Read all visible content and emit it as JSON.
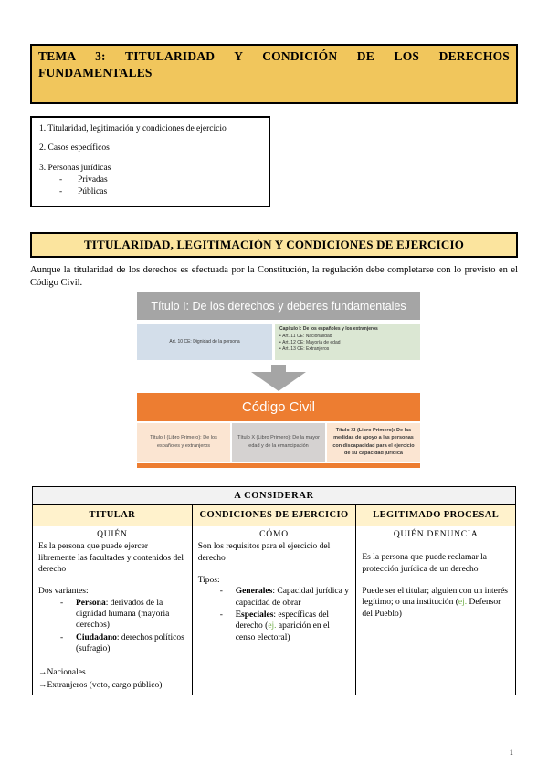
{
  "title": "TEMA 3: TITULARIDAD Y CONDICIÓN DE LOS DERECHOS FUNDAMENTALES",
  "outline": {
    "item1_num": "1.",
    "item1_text": "Titularidad, legitimación y condiciones de ejercicio",
    "item2_num": "2.",
    "item2_text": "Casos específicos",
    "item3_num": "3.",
    "item3_text": "Personas jurídicas",
    "item3_sub1": "Privadas",
    "item3_sub2": "Públicas"
  },
  "section_header": "TITULARIDAD, LEGITIMACIÓN Y CONDICIONES DE EJERCICIO",
  "intro_paragraph": "Aunque la titularidad de los derechos es efectuada por la Constitución, la regulación debe completarse con lo previsto en el Código Civil.",
  "diagram": {
    "top_box": "Título I: De los derechos y deberes fundamentales",
    "left_box": "Art. 10 CE: Dignidad de la persona",
    "right_box_header": "Capítulo I: De los españoles y los extranjeros",
    "right_box_bullets": {
      "b1": "Art. 11 CE: Nacionalidad",
      "b2": "Art. 12 CE: Mayoría de edad",
      "b3": "Art. 13 CE: Extranjeros"
    },
    "middle_box": "Código Civil",
    "bottom_box1": "Título I (Libro Primero): De los españoles y extranjeros",
    "bottom_box2": "Título X (Libro Primero): De la mayor edad y de la emancipación",
    "bottom_box3": "Título XI (Libro Primero): De las medidas de apoyo a las personas con discapacidad para el ejercicio de su capacidad jurídica"
  },
  "table": {
    "caption": "A CONSIDERAR",
    "col1_header": "TITULAR",
    "col2_header": "CONDICIONES DE EJERCICIO",
    "col3_header": "LEGITIMADO PROCESAL",
    "titular": {
      "heading": "QUIÉN",
      "desc": "Es la persona que puede ejercer libremente las facultades y contenidos del derecho",
      "variants_label": "Dos variantes:",
      "variant1_term": "Persona",
      "variant1_text": ": derivados de la dignidad humana (mayoría derechos)",
      "variant2_term": "Ciudadano",
      "variant2_text": ": derechos políticos (sufragio)",
      "arrow1": "→Nacionales",
      "arrow2": "→Extranjeros (voto, cargo público)"
    },
    "condiciones": {
      "heading": "CÓMO",
      "desc": "Son los requisitos para el ejercicio del derecho",
      "types_label": "Tipos:",
      "type1_term": "Generales",
      "type1_text": ": Capacidad jurídica y capacidad de obrar",
      "type2_term": "Especiales",
      "type2_before": ": específicas del derecho (",
      "type2_ej": "ej.",
      "type2_after": " aparición en el censo electoral)"
    },
    "legitimado": {
      "heading": "QUIÉN DENUNCIA",
      "desc": "Es la persona que puede reclamar la protección jurídica de un derecho",
      "para_before": "Puede ser el titular; alguien con un interés legítimo; o una institución (",
      "para_ej": "ej.",
      "para_after": " Defensor del Pueblo)"
    }
  },
  "page_number": "1",
  "colors": {
    "title_banner": "#f1c65c",
    "section_banner": "#fbe49e",
    "table_header": "#fff2cc",
    "table_caption_row": "#f2f2f2",
    "diagram_gray": "#a5a5a5",
    "diagram_blue": "#d3deea",
    "diagram_green": "#dbe7d3",
    "diagram_orange": "#ed7d31",
    "diagram_peach": "#fbe5d2",
    "diagram_midgray": "#d5d2d1",
    "ej_green_text": "#70ad47"
  }
}
